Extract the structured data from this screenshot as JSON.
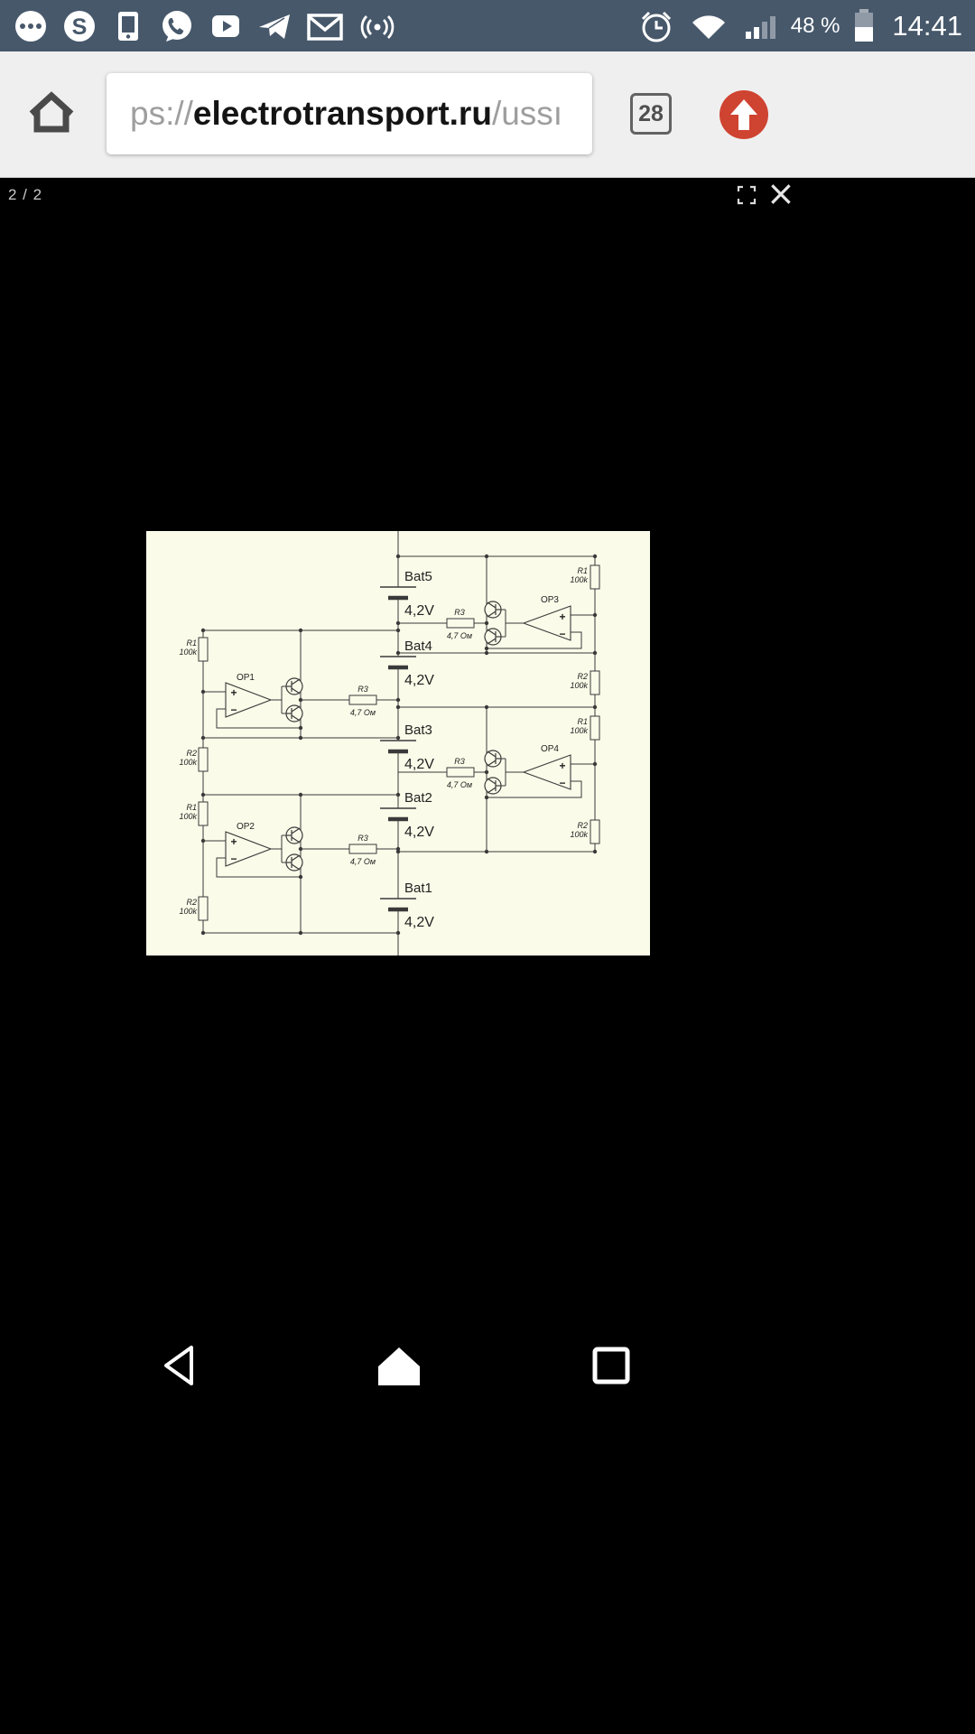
{
  "colors": {
    "status_bar_bg": "#47586b",
    "accent_red": "#cf4331",
    "schematic_bg": "#fbfbe9",
    "viewer_bg": "#000000"
  },
  "status_bar": {
    "time": "14:41",
    "battery_percent": "48 %"
  },
  "browser": {
    "url_prefix": "ps://",
    "url_host": "electrotransport.ru",
    "url_path": "/ussı",
    "tab_count": "28"
  },
  "viewer": {
    "page_indicator": "2 / 2",
    "close_glyph": "×"
  },
  "schematic": {
    "batteries": [
      {
        "name": "Bat5",
        "voltage": "4,2V"
      },
      {
        "name": "Bat4",
        "voltage": "4,2V"
      },
      {
        "name": "Bat3",
        "voltage": "4,2V"
      },
      {
        "name": "Bat2",
        "voltage": "4,2V"
      },
      {
        "name": "Bat1",
        "voltage": "4,2V"
      }
    ],
    "opamps": [
      {
        "label": "OP1"
      },
      {
        "label": "OP2"
      },
      {
        "label": "OP3"
      },
      {
        "label": "OP4"
      }
    ],
    "plus": "+",
    "minus": "−",
    "r1": {
      "name": "R1",
      "value": "100k"
    },
    "r2": {
      "name": "R2",
      "value": "100k"
    },
    "r3": {
      "name": "R3",
      "value": "4,7 Ом"
    }
  }
}
